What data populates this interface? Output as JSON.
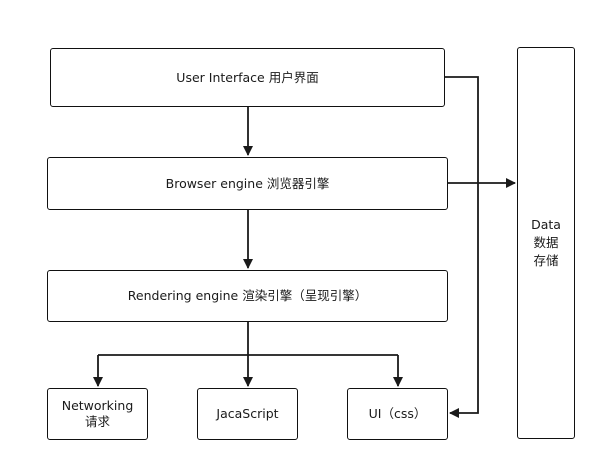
{
  "diagram": {
    "nodes": {
      "ui": "User Interface 用户界面",
      "browser": "Browser engine 浏览器引擎",
      "rendering": "Rendering engine 渲染引擎（呈现引擎）",
      "networking": "Networking\n请求",
      "javascript": "JacaScript",
      "uicss": "UI（css）",
      "data": "Data\n数据\n存储"
    },
    "edges": [
      {
        "from": "ui",
        "to": "browser"
      },
      {
        "from": "browser",
        "to": "rendering"
      },
      {
        "from": "rendering",
        "to": "networking"
      },
      {
        "from": "rendering",
        "to": "javascript"
      },
      {
        "from": "rendering",
        "to": "uicss"
      },
      {
        "from": "browser",
        "to": "data"
      },
      {
        "from": "ui",
        "to": "uicss"
      }
    ],
    "colors": {
      "line": "#1a1a1a",
      "border": "#111111",
      "background": "#ffffff"
    }
  }
}
